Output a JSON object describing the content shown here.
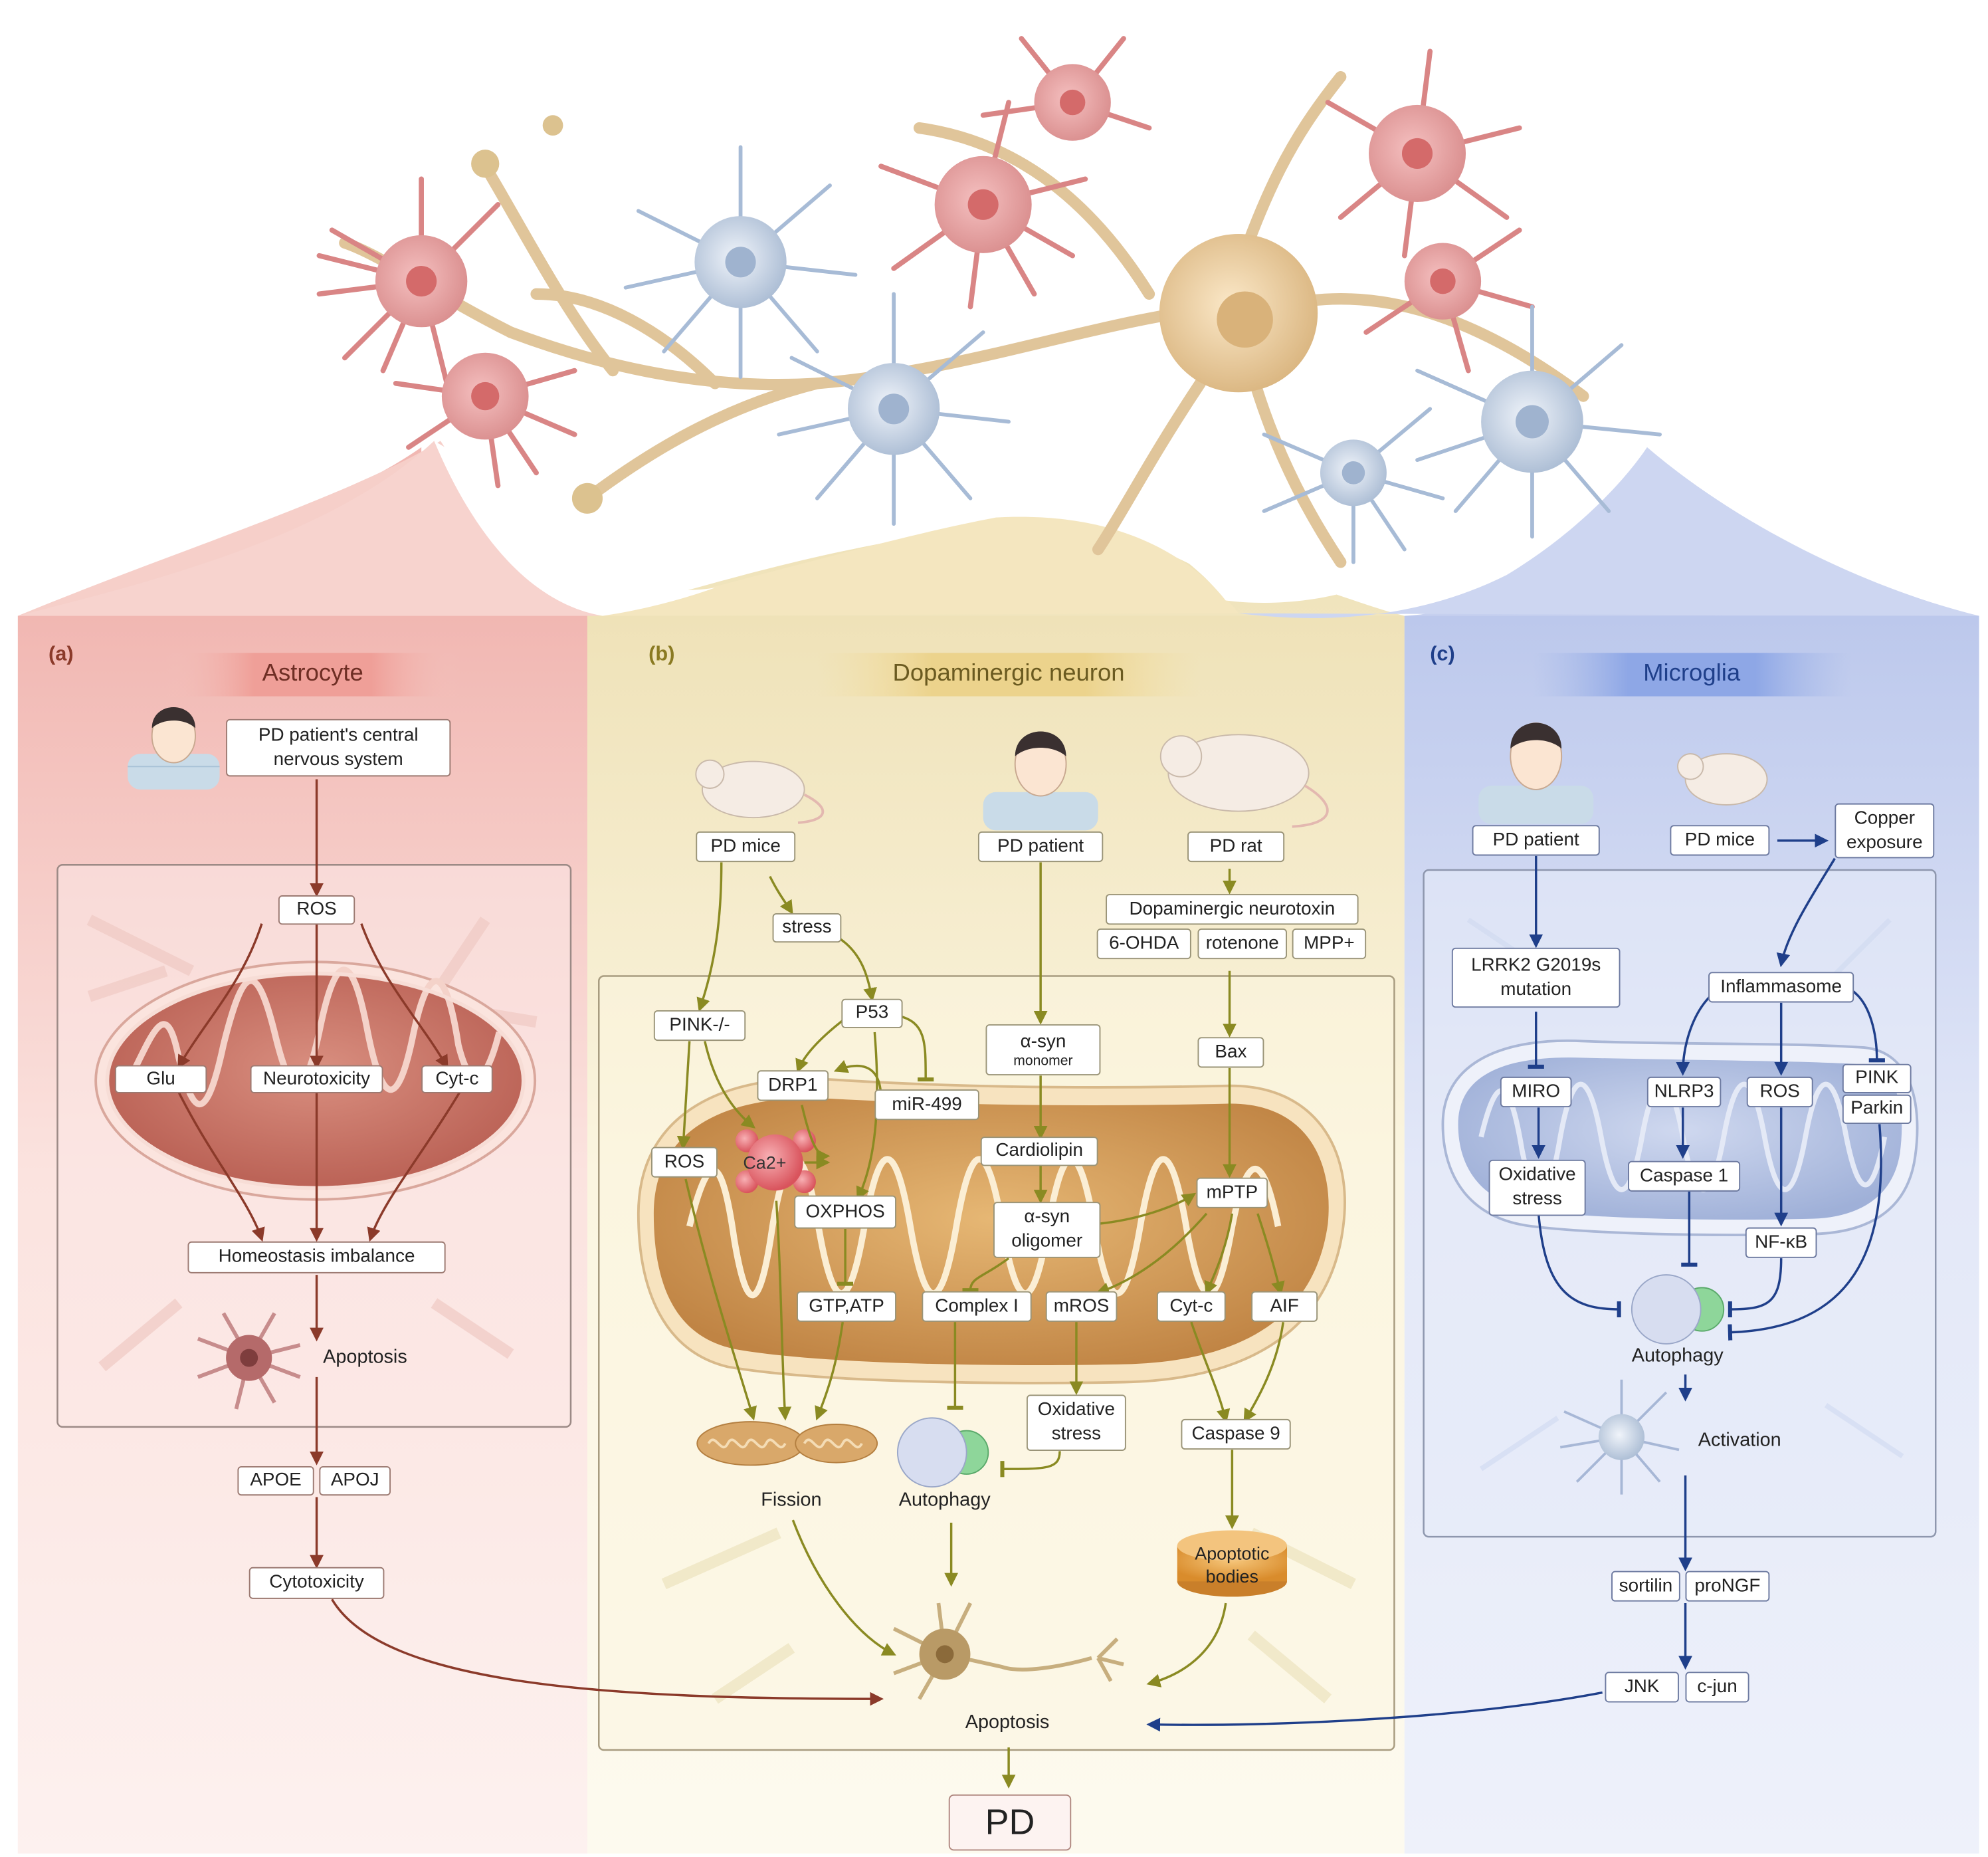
{
  "panels": {
    "a": {
      "letter": "(a)",
      "title": "Astrocyte"
    },
    "b": {
      "letter": "(b)",
      "title": "Dopaminergic neuron"
    },
    "c": {
      "letter": "(c)",
      "title": "Microglia"
    }
  },
  "astro": {
    "source_l1": "PD patient's central",
    "source_l2": "nervous system",
    "ros": "ROS",
    "glu": "Glu",
    "neurotox": "Neurotoxicity",
    "cytc": "Cyt-c",
    "homeo": "Homeostasis imbalance",
    "apoptosis": "Apoptosis",
    "apoe": "APOE",
    "apoj": "APOJ",
    "cytotox": "Cytotoxicity"
  },
  "neuron": {
    "pd_mice": "PD mice",
    "pd_patient": "PD  patient",
    "pd_rat": "PD rat",
    "stress": "stress",
    "toxin": "Dopaminergic neurotoxin",
    "ohda": "6-OHDA",
    "rotenone": "rotenone",
    "mpp": "MPP+",
    "pink": "PINK-/-",
    "p53": "P53",
    "asyn_mono_l1": "α-syn",
    "asyn_mono_l2": "monomer",
    "bax": "Bax",
    "drp1": "DRP1",
    "mir499": "miR-499",
    "ros": "ROS",
    "ca": "Ca2+",
    "oxphos": "OXPHOS",
    "cardiolipin": "Cardiolipin",
    "mptp": "mPTP",
    "asyn_olig_l1": "α-syn",
    "asyn_olig_l2": "oligomer",
    "gtpatp": "GTP,ATP",
    "complex1": "Complex I",
    "mros": "mROS",
    "cytc": "Cyt-c",
    "aif": "AIF",
    "oxstress_l1": "Oxidative",
    "oxstress_l2": "stress",
    "caspase9": "Caspase 9",
    "fission": "Fission",
    "autophagy": "Autophagy",
    "apoptotic_l1": "Apoptotic",
    "apoptotic_l2": "bodies",
    "apoptosis": "Apoptosis",
    "pd": "PD"
  },
  "micro": {
    "pd_patient": "PD patient",
    "pd_mice": "PD mice",
    "copper_l1": "Copper",
    "copper_l2": "exposure",
    "lrrk2_l1": "LRRK2 G2019s",
    "lrrk2_l2": "mutation",
    "inflammasome": "Inflammasome",
    "miro": "MIRO",
    "nlrp3": "NLRP3",
    "ros": "ROS",
    "pink": "PINK",
    "parkin": "Parkin",
    "oxstress_l1": "Oxidative",
    "oxstress_l2": "stress",
    "caspase1": "Caspase 1",
    "nfkb": "NF-κB",
    "autophagy": "Autophagy",
    "activation": "Activation",
    "sortilin": "sortilin",
    "prongf": "proNGF",
    "jnk": "JNK",
    "cjun": "c-jun"
  },
  "colors": {
    "astro": "#8b3a2a",
    "neuron": "#8a8a22",
    "micro": "#1f3f8a"
  }
}
